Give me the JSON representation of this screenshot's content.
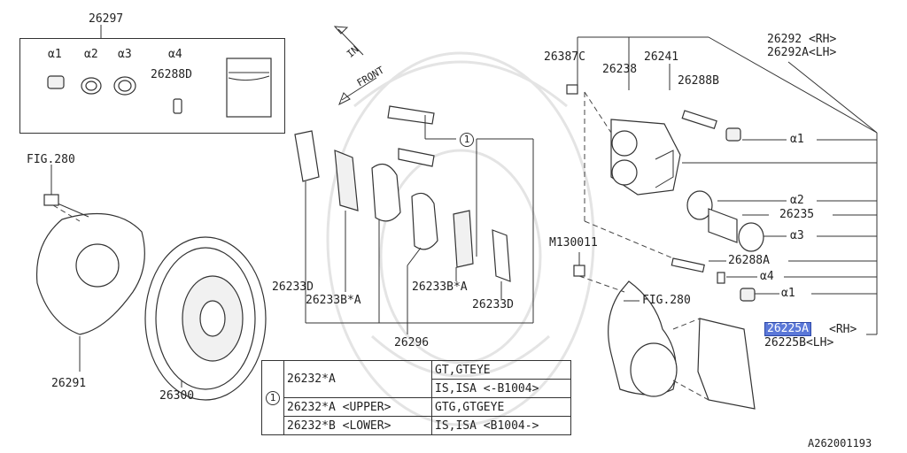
{
  "diagram_code": "A262001193",
  "direction_labels": {
    "in": "IN",
    "front": "FRONT"
  },
  "kit": {
    "part_no": "26297",
    "items": [
      {
        "key": "a1",
        "label": "α1"
      },
      {
        "key": "a2",
        "label": "α2"
      },
      {
        "key": "a3",
        "label": "α3"
      },
      {
        "key": "a4",
        "label": "α4"
      }
    ],
    "sub_part": "26288D"
  },
  "callouts": {
    "fig280_top": "FIG.280",
    "fig280_mid": "FIG.280",
    "c26387c": "26387C",
    "c26238": "26238",
    "c26241": "26241",
    "c26288b": "26288B",
    "c26292rh": "26292 <RH>",
    "c26292lh": "26292A<LH>",
    "a1_upper": "α1",
    "a2": "α2",
    "c26235": "26235",
    "a3": "α3",
    "m130011": "M130011",
    "c26288a": "26288A",
    "a4": "α4",
    "a1_lower": "α1",
    "c26225a": "26225A",
    "c26225a_side": "<RH>",
    "c26225b": "26225B<LH>",
    "c26291": "26291",
    "c26300": "26300",
    "c26233d_left": "26233D",
    "c26233bA_left": "26233B*A",
    "c26233bA_right": "26233B*A",
    "c26233d_right": "26233D",
    "c26296": "26296",
    "ref1": "1"
  },
  "applicability_table": {
    "ref": "1",
    "rows": [
      {
        "part": "26232*A",
        "models": "GT,GTEYE"
      },
      {
        "part": "",
        "models": "IS,ISA <-B1004>"
      },
      {
        "part": "26232*A <UPPER>",
        "models": "GTG,GTGEYE"
      },
      {
        "part": "26232*B <LOWER>",
        "models": "IS,ISA <B1004->"
      }
    ]
  },
  "highlight_color": "#5b78d8"
}
